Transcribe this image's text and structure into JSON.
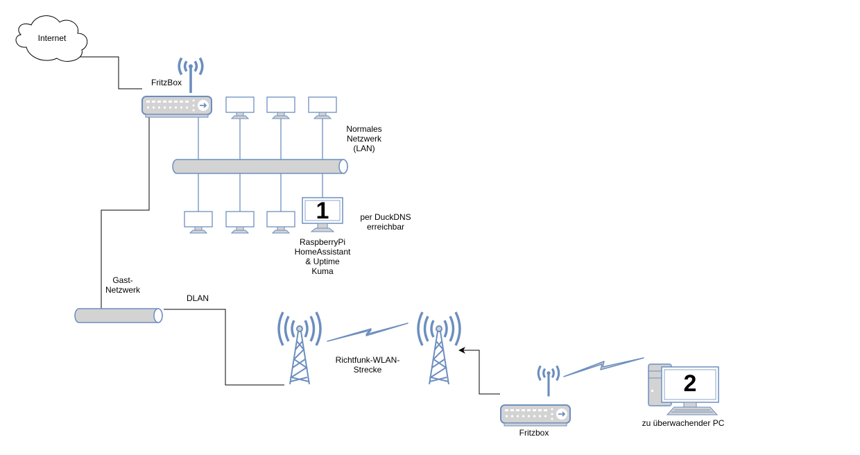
{
  "diagram": {
    "nodes": {
      "internet": {
        "label": "Internet",
        "icon": "cloud-icon"
      },
      "fritzbox_main": {
        "label": "FritzBox",
        "icon": "router-icon"
      },
      "lan_bus": {
        "label": "Normales\nNetzwerk\n(LAN)",
        "icon": "network-bus-icon"
      },
      "raspberry": {
        "number": "1",
        "label": "RaspberryPi\nHomeAssistant\n& Uptime\nKuma",
        "icon": "monitor-icon"
      },
      "duckdns_note": {
        "label": "per DuckDNS\nerreichbar"
      },
      "guest_bus": {
        "label": "Gast-\nNetzwerk",
        "icon": "network-bus-icon"
      },
      "dlan": {
        "label": "DLAN"
      },
      "tower_left": {
        "icon": "radio-tower-icon"
      },
      "tower_right": {
        "icon": "radio-tower-icon"
      },
      "link_label": {
        "label": "Richtfunk-WLAN-\nStrecke"
      },
      "fritzbox_remote": {
        "label": "Fritzbox",
        "icon": "router-icon"
      },
      "pc": {
        "number": "2",
        "label": "zu überwachender PC",
        "icon": "desktop-pc-icon"
      }
    },
    "lan_devices": {
      "top_count": 3,
      "bottom_count": 3
    }
  },
  "colors": {
    "icon_stroke": "#6c8ebf",
    "icon_fill": "#d3d3d3",
    "line": "#000000",
    "white": "#ffffff"
  }
}
